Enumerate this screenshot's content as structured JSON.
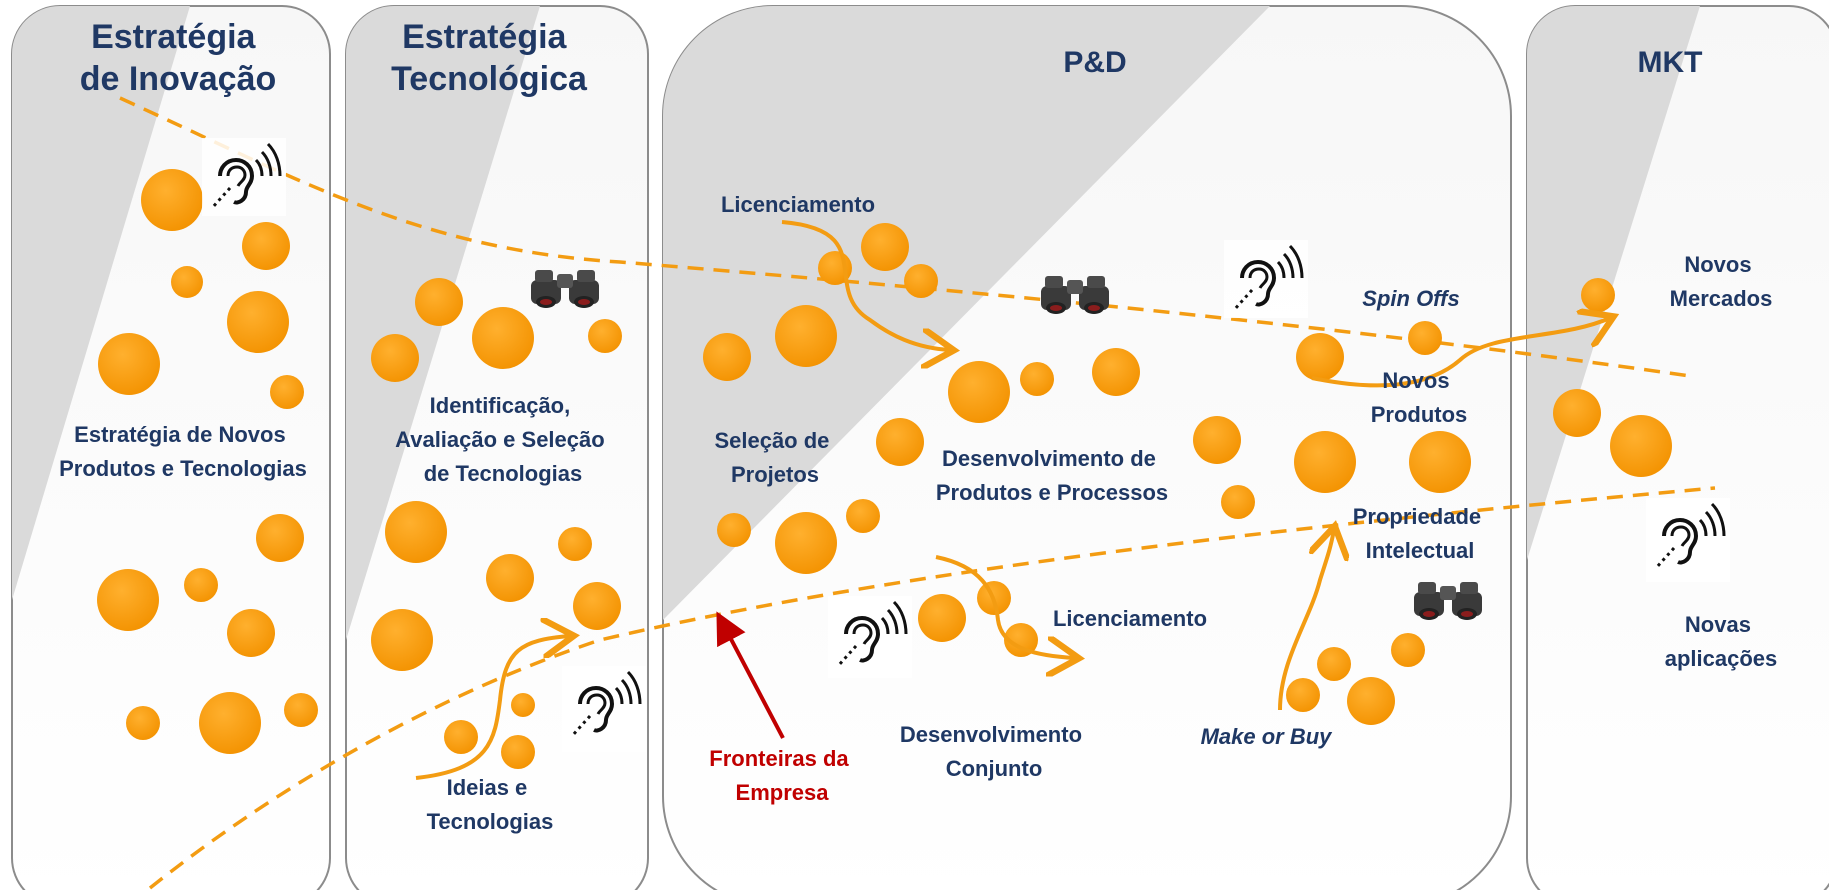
{
  "colors": {
    "navy": "#1f3864",
    "orange": "#f39c12",
    "red": "#c00000",
    "panel_border": "#8c8c8c",
    "panel_shade": "#dadada"
  },
  "panels": [
    {
      "title_lines": [
        "Estratégia",
        "de Inovação"
      ]
    },
    {
      "title_lines": [
        "Estratégia",
        "Tecnológica"
      ]
    },
    {
      "title_lines": [
        "P&D"
      ]
    },
    {
      "title_lines": [
        "MKT"
      ]
    }
  ],
  "labels": {
    "novos_produtos_tecnologias": [
      "Estratégia de Novos",
      "Produtos e Tecnologias"
    ],
    "identificacao": [
      "Identificação,",
      "Avaliação e Seleção",
      "de Tecnologias"
    ],
    "ideias": [
      "Ideias e",
      "Tecnologias"
    ],
    "licenciamento_top": "Licenciamento",
    "selecao": [
      "Seleção de",
      "Projetos"
    ],
    "desenvolvimento": [
      "Desenvolvimento de",
      "Produtos e Processos"
    ],
    "spin_offs": "Spin Offs",
    "novos_produtos": [
      "Novos",
      "Produtos"
    ],
    "propriedade": [
      "Propriedade",
      "Intelectual"
    ],
    "licenciamento_bottom": "Licenciamento",
    "desenvolvimento_conjunto": [
      "Desenvolvimento",
      "Conjunto"
    ],
    "make_or_buy": "Make or Buy",
    "fronteiras": [
      "Fronteiras da",
      "Empresa"
    ],
    "novos_mercados": [
      "Novos",
      "Mercados"
    ],
    "novas_aplicacoes": [
      "Novas",
      "aplicações"
    ]
  }
}
